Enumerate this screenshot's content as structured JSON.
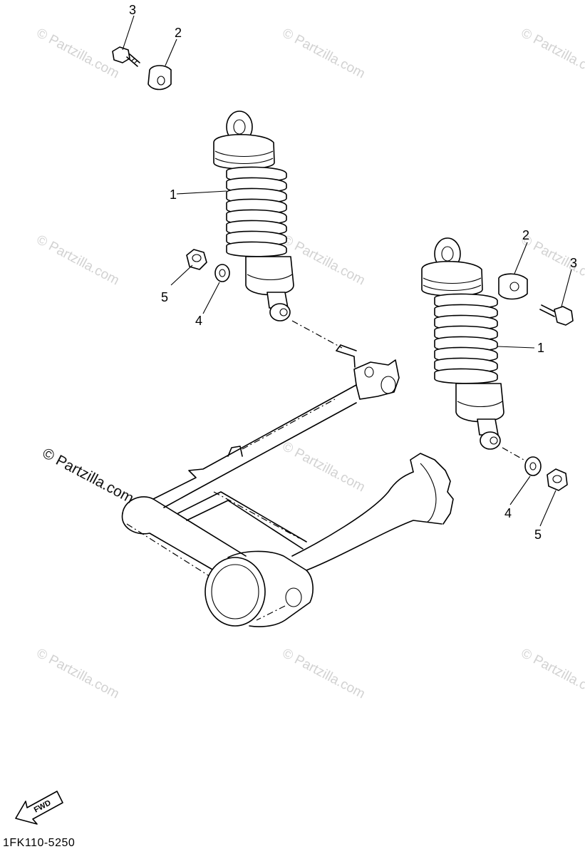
{
  "watermark": {
    "text": "© Partzilla.com",
    "prominent_text": "© Partzilla.com"
  },
  "callouts": {
    "top_bolt": "3",
    "top_collar": "2",
    "left_shock": "1",
    "left_nut": "5",
    "left_washer": "4",
    "right_collar": "2",
    "right_bolt": "3",
    "right_shock": "1",
    "right_washer": "4",
    "right_nut": "5"
  },
  "fwd_label": "FWD",
  "diagram_code": "1FK110-5250"
}
